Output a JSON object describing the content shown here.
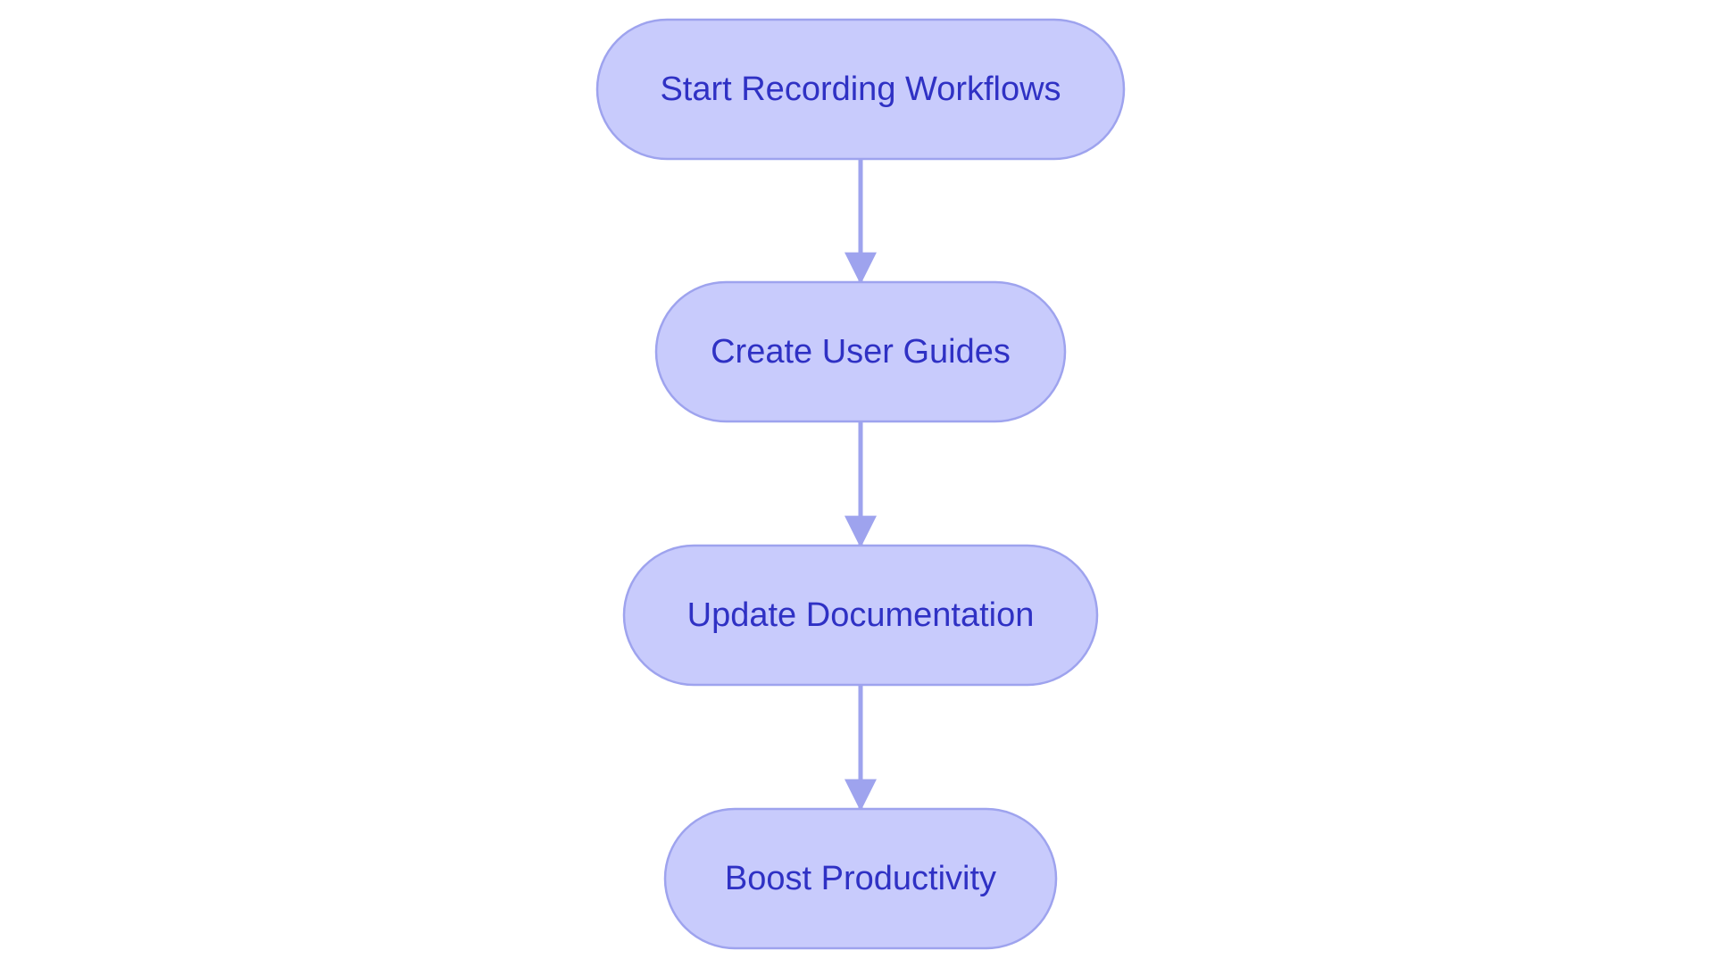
{
  "diagram": {
    "type": "flowchart",
    "direction": "top-to-bottom",
    "colors": {
      "node_fill": "#C8CBFC",
      "node_stroke": "#9EA3EE",
      "edge": "#9EA3EE",
      "text": "#2F31C4",
      "background": "#FFFFFF"
    },
    "nodes": [
      {
        "id": "start",
        "label": "Start Recording Workflows",
        "shape": "stadium"
      },
      {
        "id": "guides",
        "label": "Create User Guides",
        "shape": "stadium"
      },
      {
        "id": "docs",
        "label": "Update Documentation",
        "shape": "stadium"
      },
      {
        "id": "boost",
        "label": "Boost Productivity",
        "shape": "stadium"
      }
    ],
    "edges": [
      {
        "from": "start",
        "to": "guides"
      },
      {
        "from": "guides",
        "to": "docs"
      },
      {
        "from": "docs",
        "to": "boost"
      }
    ]
  }
}
